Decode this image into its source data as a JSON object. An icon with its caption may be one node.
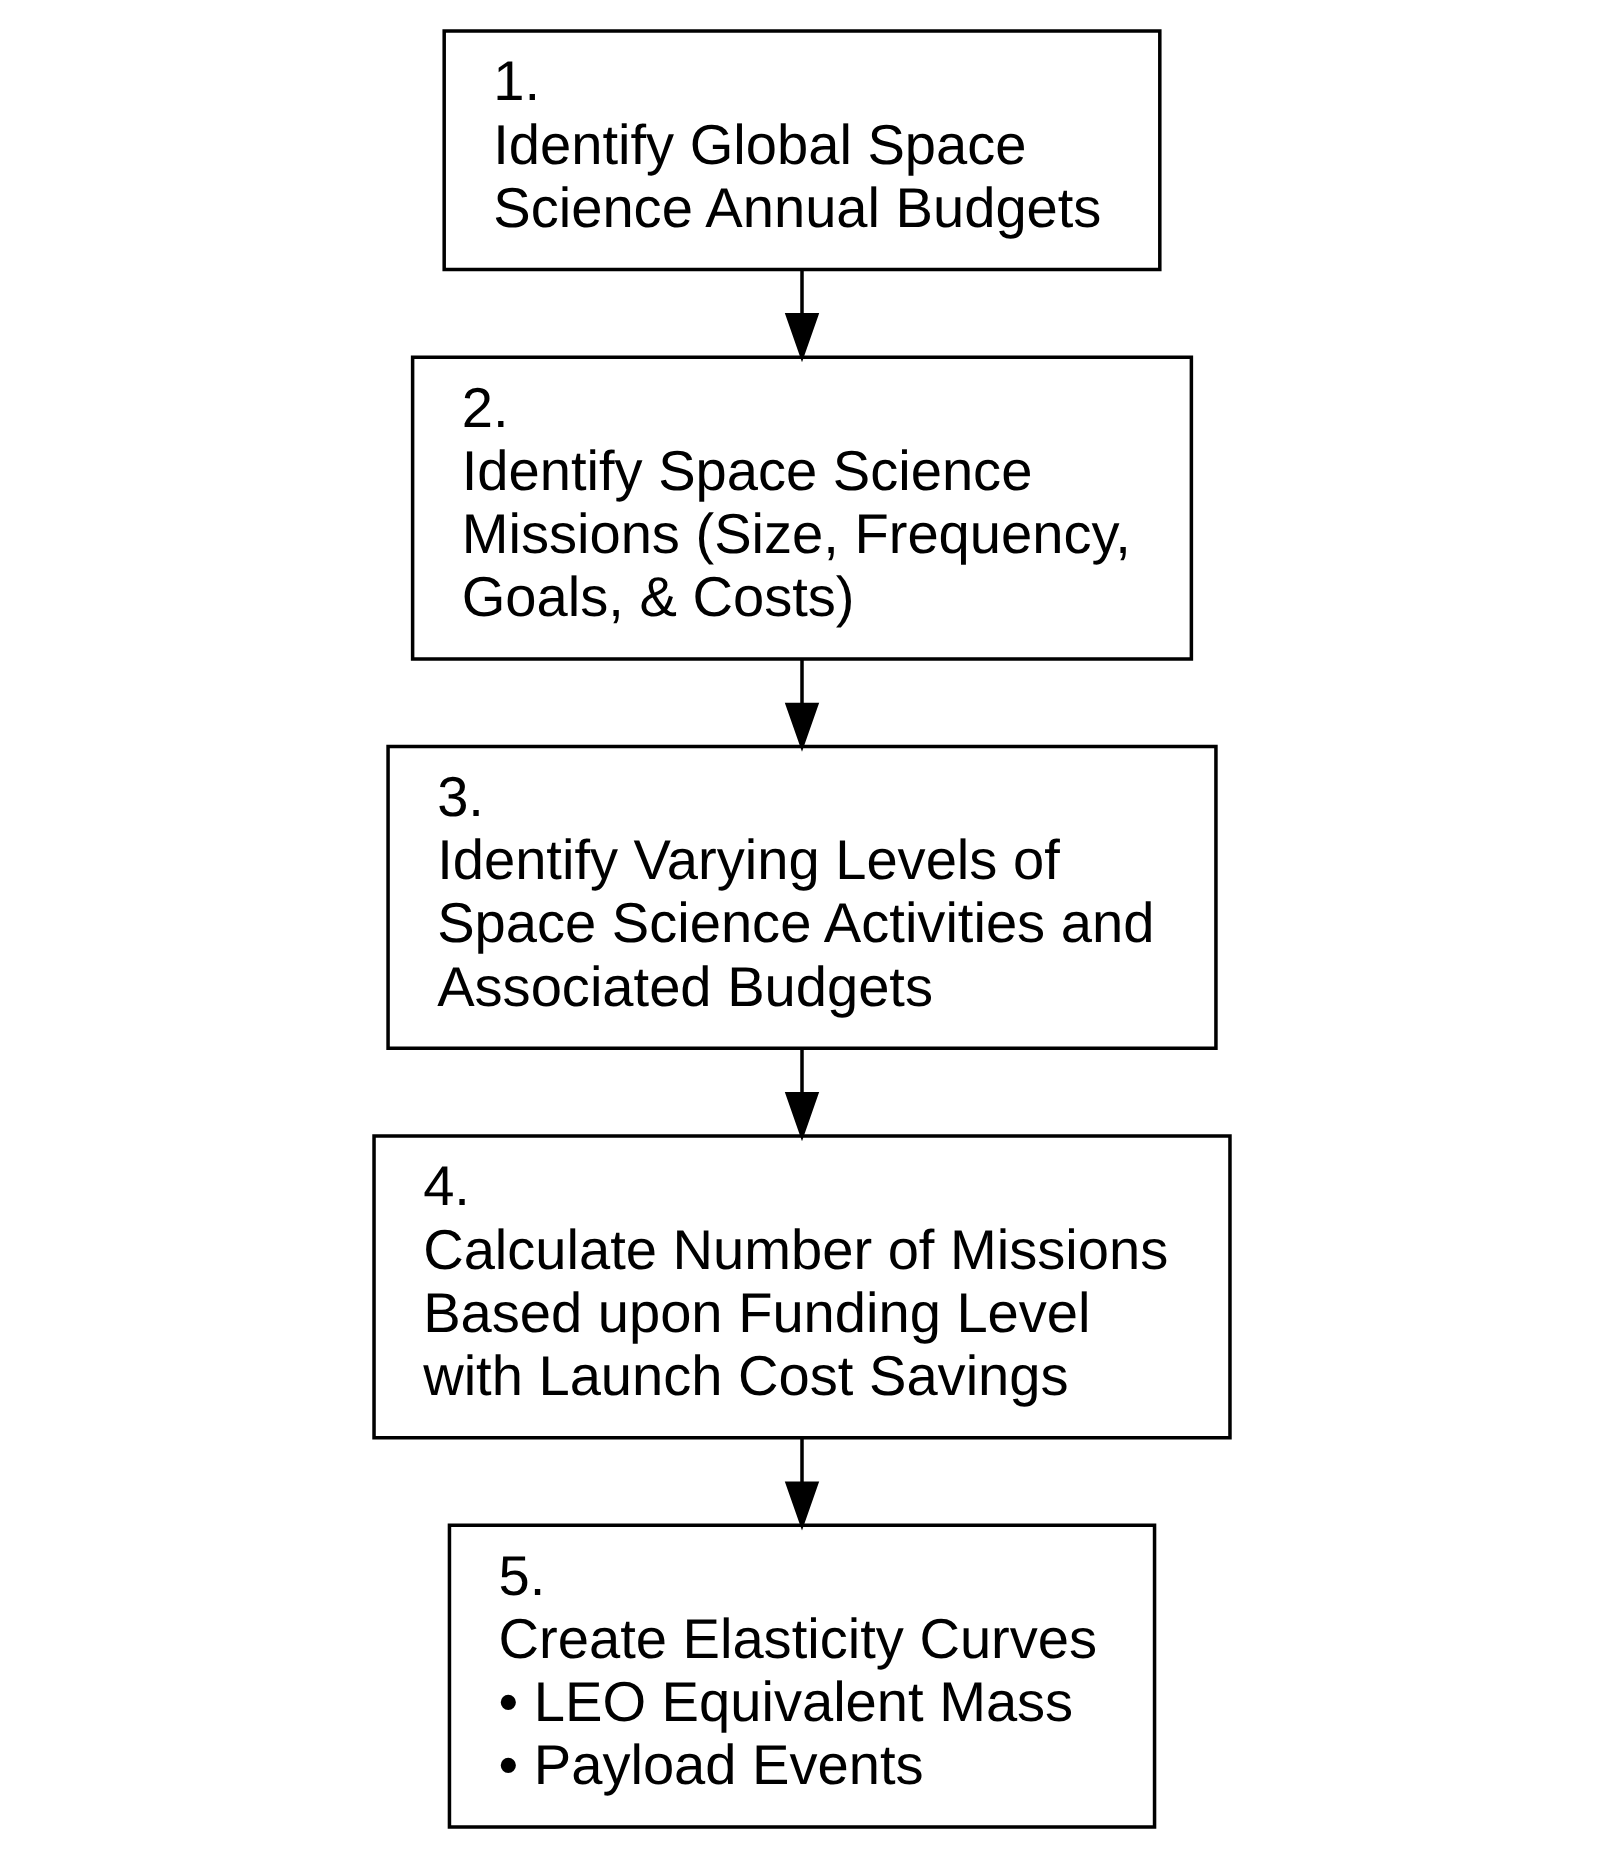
{
  "diagram": {
    "nodes": [
      {
        "text": [
          "1.",
          "Identify Global Space Science Annual Budgets"
        ]
      },
      {
        "text": [
          "2.",
          "Identify Space Science Missions (Size, Frequency, Goals, & Costs)"
        ]
      },
      {
        "text": [
          "3.",
          "Identify Varying Levels of Space Science Activities and Associated Budgets"
        ]
      },
      {
        "text": [
          "4.",
          "Calculate Number of Missions Based upon Funding Level with Launch Cost Savings"
        ]
      },
      {
        "text": [
          "5.",
          "Create Elasticity Curves",
          "• LEO Equivalent Mass",
          "• Payload Events"
        ]
      }
    ],
    "edges": [
      {
        "from": 0,
        "to": 1,
        "arrow": "to"
      },
      {
        "from": 1,
        "to": 2,
        "arrow": "to"
      },
      {
        "from": 2,
        "to": 3,
        "arrow": "to"
      },
      {
        "from": 3,
        "to": 4,
        "arrow": "to"
      }
    ]
  }
}
